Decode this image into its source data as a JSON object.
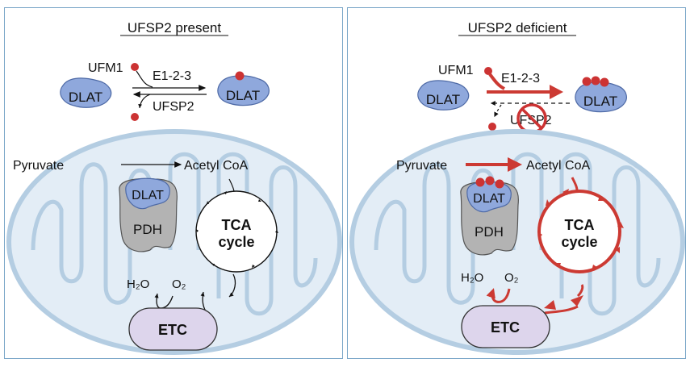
{
  "panels": [
    {
      "title": "UFSP2 present",
      "ufm1_label": "UFM1",
      "forward_label": "E1-2-3",
      "reverse_label": "UFSP2",
      "substrate_left": "DLAT",
      "substrate_right": "DLAT",
      "ufm1_count_on_dlat": 1,
      "pyruvate": "Pyruvate",
      "acetyl_coa": "Acetyl CoA",
      "complex_subunit": "DLAT",
      "complex": "PDH",
      "cycle_line1": "TCA",
      "cycle_line2": "cycle",
      "h2o": "H₂O",
      "o2": "O₂",
      "etc": "ETC",
      "flux_state": "normal"
    },
    {
      "title": "UFSP2 deficient",
      "ufm1_label": "UFM1",
      "forward_label": "E1-2-3",
      "reverse_label": "UFSP2",
      "substrate_left": "DLAT",
      "substrate_right": "DLAT",
      "ufm1_count_on_dlat": 3,
      "pyruvate": "Pyruvate",
      "acetyl_coa": "Acetyl CoA",
      "complex_subunit": "DLAT",
      "complex": "PDH",
      "cycle_line1": "TCA",
      "cycle_line2": "cycle",
      "h2o": "H₂O",
      "o2": "O₂",
      "etc": "ETC",
      "flux_state": "enhanced",
      "ufsp2_inhibited": true
    }
  ],
  "colors": {
    "panel_border": "#7aa6c8",
    "mito_fill": "#e3edf6",
    "mito_stroke": "#b4cde2",
    "dlat_fill": "#8fa8dc",
    "dlat_stroke": "#4e6aa6",
    "pdh_fill": "#b3b3b3",
    "etc_fill": "#ddd5ec",
    "ufm1_red": "#cc3333",
    "flux_red": "#cc3a33"
  }
}
